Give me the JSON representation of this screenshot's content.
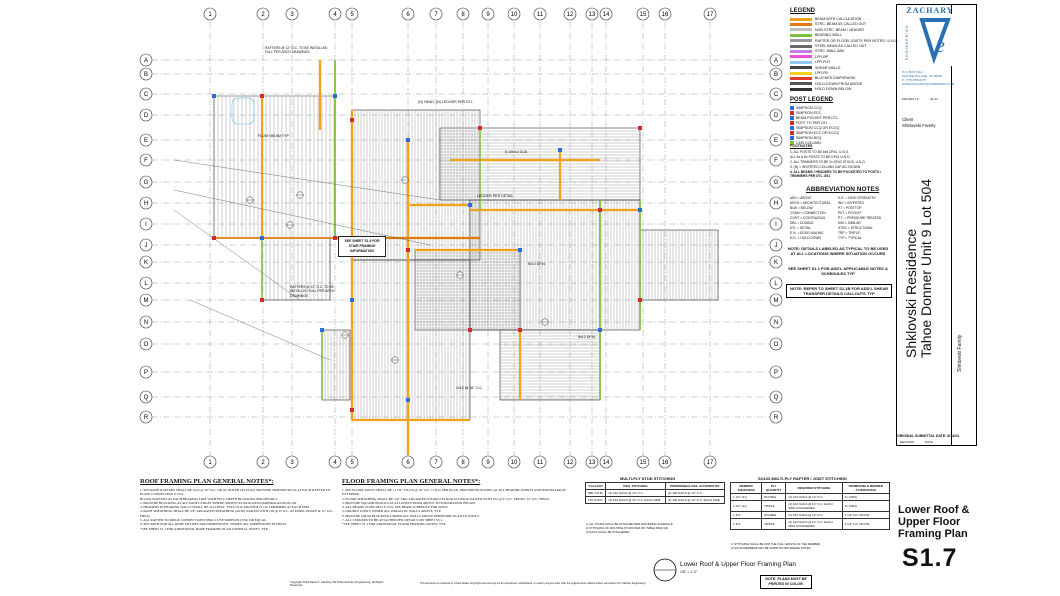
{
  "legend": {
    "title": "LEGEND",
    "items": [
      {
        "label": "BEAM WITH CALCULATION",
        "color": "#f2a11c"
      },
      {
        "label": "STRC. BEAM AS CALLED OUT",
        "color": "#e07a10"
      },
      {
        "label": "NON STRC. BEAM / HEADER",
        "color": "#bdbdbd"
      },
      {
        "label": "BEARING WALL",
        "color": "#7fbf3f"
      },
      {
        "label": "RAFTER OR FLOOR JOISTS PER NOTES / U.N.O.",
        "color": "#9a9a9a"
      },
      {
        "label": "STEEL BEAM AS CALLED OUT",
        "color": "#6a6a6a"
      },
      {
        "label": "STRC. WALL ABV.",
        "color": "#c77be3"
      },
      {
        "label": "LPR-BP",
        "color": "#e84fd8"
      },
      {
        "label": "LPR-FLR",
        "color": "#8fc8f0"
      },
      {
        "label": "SHEAR WALLS",
        "color": "#444444"
      },
      {
        "label": "LPR-FB",
        "color": "#f5d020"
      },
      {
        "label": "BLOCKED DIAPHRAGM",
        "color": "#e23a2b"
      },
      {
        "label": "HOLD-DOWN FROM ABOVE",
        "color": "#555555"
      },
      {
        "label": "HOLD DOWN BELOW",
        "color": "#333333"
      }
    ]
  },
  "post_legend": {
    "title": "POST LEGEND",
    "items": [
      {
        "label": "SIMPSON CCQ",
        "color": "#2d6bd6"
      },
      {
        "label": "SIMPSON ECC",
        "color": "#d12c2c"
      },
      {
        "label": "BEAM POCKET PER DTL",
        "color": "#2d6bd6"
      },
      {
        "label": "POST TO PER DTL",
        "color": "#d12c2c"
      },
      {
        "label": "SIMPSON CCQ OR ECCQ",
        "color": "#2d6bd6"
      },
      {
        "label": "SIMPSON ECC OR ECCQ",
        "color": "#d12c2c"
      },
      {
        "label": "SIMPSON BCQ",
        "color": "#2d6bd6"
      },
      {
        "label": "CMS COLUMN",
        "color": "#7fbf3f"
      }
    ]
  },
  "footnotes": {
    "title": "FOOTNOTES",
    "lines": [
      "1. ALL POSTS TO BE 6x6 DF#1, U.N.O.",
      "   ALL 6x & 8x POSTS TO BE DF#1 U.N.O.",
      "2. ALL TRIMMERS TO BE 2x DF#2 STUDS, U.N.O.",
      "3. (N) = INVERTED COLUMN CAP AS SHOWN",
      "4. ALL BEAMS / HEADERS TO BE POCKETED TO POSTS / TRIMMERS PER DTL. 8S1"
    ]
  },
  "abbreviations": {
    "title": "ABBREVIATION NOTES",
    "left": [
      "ABV = ABOVE",
      "ARCH = ARCHITECTURAL",
      "BLW = BELOW",
      "CONN = CONNECTION",
      "CONT = CONTINUOUS",
      "DBL = DOUBLE",
      "DTL = DETAIL",
      "E.N. = EDGE NAILING",
      "H.D. = HOLD DOWN"
    ],
    "right": [
      "H.S. = HIGH STRENGTH",
      "INV = INVERTED",
      "PT = POSTTOP",
      "PKT = POCKET",
      "P.T. = PRESSURE TREATED",
      "SIM = SIMILAR",
      "STRC = STRUCTURAL",
      "TRP = TRIPLE",
      "TYP = TYPICAL"
    ]
  },
  "right_notes": [
    "NOTE: DETAILS LABELED AS TYPICAL TO BE USED AT ALL LOCATIONS WHERE SITUATION OCCURS",
    "SEE SHEET S1.1 FOR ADD'L APPLICABLE NOTES & SCHEDULES TYP",
    "NOTE: REFER TO SHEET S1.1B FOR ADD'L SHEAR TRANSFER DETAILS CALLOUTS TYP"
  ],
  "firm": {
    "name": "ZACHARY",
    "subname": "ENGINEERING",
    "address": [
      "P.O. BOX 2512",
      "INCLINE VILLAGE, NV 89450",
      "P: (775) 555-0175",
      "WWW.ZACHARYENGINEERING.COM"
    ],
    "project_label": "PROJECT #",
    "project_no": "22-14",
    "client_label": "Client",
    "client": "Shklovski Family"
  },
  "title_block": {
    "project_title": "Shklovski Residence",
    "project_sub": "Tahoe Donner Unit 9 Lot 504",
    "owner": "Shklovski Family",
    "submittal_label": "ORIGINAL SUBMITTAL DATE: 6/14/24",
    "revision_label": "REVISION",
    "date_label": "DATE",
    "sheet_title": "Lower Roof & Upper Floor Framing Plan",
    "sheet_number": "S1.7"
  },
  "plan": {
    "grid_top": [
      "1",
      "2",
      "3",
      "4",
      "5",
      "6",
      "7",
      "8",
      "9",
      "10",
      "11",
      "12",
      "13",
      "14",
      "15",
      "16",
      "17"
    ],
    "grid_side": [
      "A",
      "B",
      "C",
      "D",
      "E",
      "F",
      "G",
      "H",
      "I",
      "J",
      "K",
      "L",
      "M",
      "N",
      "O",
      "P",
      "Q",
      "R"
    ],
    "plan_label": "Lower Roof & Upper Floor Framing Plan",
    "plan_scale": "1/8\" = 1'-0\"",
    "print_note": "NOTE: PLANS MUST BE PRINTED IN COLOR.",
    "callouts": [
      "SEE SHEET S1.5 FOR STAIR FRAMING INFORMATION",
      "RAFTERS @ 12\" O.C. TO BE INSTALLED FULL PER ARCH DRAWINGS",
      "FLUSH BEAM TYP",
      "LEDGER PER DETAIL",
      "(N) HEAD, (N) LEDGER PER DTL",
      "6x12 DF#1",
      "5 1/8x12 GLB",
      "8x12 DF#1",
      "2x10 @ 16\" O.C."
    ]
  },
  "roof_notes": {
    "title": "ROOF FRAMING PLAN GENERAL NOTES*:",
    "lines": [
      "1. SEE ROOF RAFTERS SHALL BE 2x10 @ 16\" O.C. OR AS NOTED ON PLAN. PROVIDE SIMPSON H2.5A AT EACH RAFTER TO PLATE CONNECTION U.N.O.",
      "   BLOCK RAFTERS AT EACH BEARING LINE WITH FULL DEPTH BLOCKING PER DETAILS.",
      "2. PROVIDE BLOCKING AT ALL PANEL EDGES WHERE SHOWN AS BLOCKED DIAPHRAGM ON PLAN.",
      "3. HEADERS IN BEARING WALLS SHALL BE 4x12 DF#1, TYP U.N.O. PROVIDE (2) 2x TRIMMERS AT EACH END.",
      "4. ROOF SHEATHING SHALL BE 5/8\" APA RATED SHEATHING (40/20) NAILED WITH 10d @ 6\" O.C. AT PANEL EDGES & 12\" O.C. FIELD.",
      "5. ALL RAFTER TO RIDGE CONNECTIONS SHALL USE SIMPSON LSSU OR EQUAL.",
      "6. SEE ARCH FOR ALL ROOF PITCHES AND DIMENSIONS. VERIFY ALL DIMENSIONS IN FIELD.",
      "*SEE SHEET S1.1 FOR ADDITIONAL ROOF FRAMING PLAN GENERAL NOTES, TYP."
    ]
  },
  "floor_notes": {
    "title": "FLOOR FRAMING PLAN GENERAL NOTES*:",
    "lines": [
      "1. SEE FLOOR JOISTS SHALL BE 11 7/8\" TJI 210 @ 16\" O.C. U.N.O. PER PLAN. PROVIDE BLOCKING AT ALL BEARING POINTS AND RIM BOARD AT EXTERIOR.",
      "2. FLOOR SHEATHING SHALL BE 3/4\" T&G APA RATED STURD-I-FLOOR GLUED & NAILED WITH 10d @ 6\" O.C. EDGES, 12\" O.C. FIELD.",
      "3. PROVIDE SQUASH BLOCKS AT ALL POSTS FROM ABOVE TO FOUNDATION BELOW.",
      "4. ALL BEAMS TO BE DF#1 U.N.O. SEE BEAM SCHEDULE FOR SIZES.",
      "5. DOUBLE JOISTS UNDER ALL PARALLEL WALLS ABOVE, TYP.",
      "6. PROVIDE SOLID BLOCKING UNDER ALL WALLS ABOVE PERPENDICULAR TO JOISTS.",
      "7. ALL LEDGERS TO BE ATTACHED PER DETAILS ON SHEET S5.1.",
      "*SEE SHEET S1.1 FOR ADDITIONAL FLOOR FRAMING NOTES, TYP."
    ]
  },
  "stud_table": {
    "title": "MULTI-PLY STUD STITCHING",
    "headers": [
      "CALLOUT",
      "REQ. STITCHING",
      "PERMISSIBLE NAIL ALTERNATIVE"
    ],
    "rows": [
      [
        "DBL STUD",
        "(2) 16d NAILS @ 12\" O.C.",
        "(2) 10d NAILS @ 12\" O.C."
      ],
      [
        "TPL STUD",
        "(2) 16d NAILS @ 12\" O.C. EACH SIDE",
        "(2) 10d NAILS @ 12\" O.C. EACH SIDE"
      ]
    ],
    "notes": [
      "1) ALL STUDS SHALL BE ATTACHED PER FASTENING SCHEDULE",
      "2) STITCHING OF MULTIPLE STUDS PER IRC TABLE R602.3(1)",
      "3) NAILS SHALL BE STAGGERED"
    ]
  },
  "ply_table": {
    "title": "SOLID MULTI-PLY RAFTER / JOIST STITCHING",
    "headers": [
      "MEMBER THICKNESS",
      "PLY QUANTITY",
      "REQUIRED STITCHING",
      "PERMISSIBLE MEMBER ALTERNATIVE"
    ],
    "rows": [
      [
        "1 1/2\" (2x)",
        "DOUBLE",
        "(2) 16d NAILS @ 12\" O.C.",
        "3x (NDS)"
      ],
      [
        "1 1/2\" (2x)",
        "TRIPLE",
        "(2) 16d NAILS @ 12\" O.C. EACH SIDE STAGGERED",
        "4x (NDS)"
      ],
      [
        "1 3/4\"",
        "DOUBLE",
        "(2) 16d NAILS @ 12\" O.C.",
        "3 1/2\" LVL OR PSL"
      ],
      [
        "1 3/4\"",
        "TRIPLE",
        "(3) 16d NAILS @ 12\" O.C. EACH SIDE STAGGERED",
        "5 1/4\" LVL OR PSL"
      ]
    ],
    "notes": [
      "1) STITCHING SHALL BE FOR THE FULL LENGTH OF THE MEMBER",
      "2) SOLID MEMBERS MAY BE SUBSTITUTED WHERE NOTED"
    ]
  },
  "footer": {
    "copyright": "Copyright 2024 David K. Zachary, PE D/b/a Zachary Engineering. All Rights Reserved.",
    "disclaimer": "This document is protected by United States Copyright Law and may not be reproduced, redistributed, or used by anyone other than the original owner without written permission from Zachary Engineering."
  }
}
